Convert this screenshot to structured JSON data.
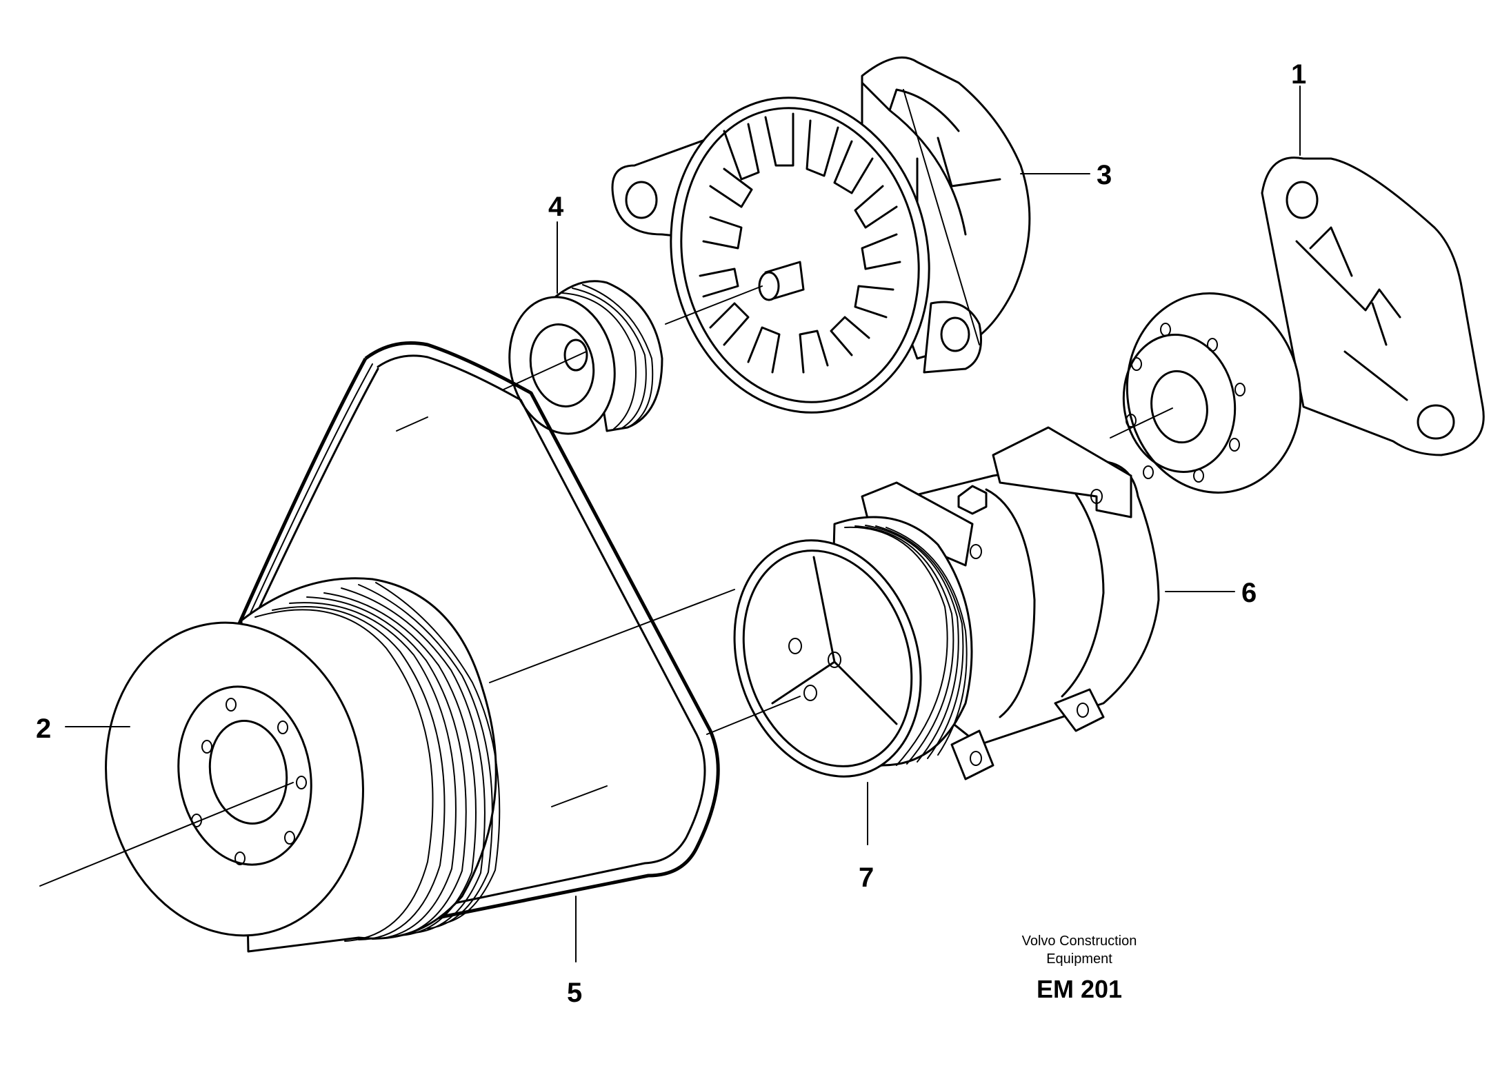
{
  "callouts": [
    {
      "id": "1",
      "text": "1"
    },
    {
      "id": "2",
      "text": "2"
    },
    {
      "id": "3",
      "text": "3"
    },
    {
      "id": "4",
      "text": "4"
    },
    {
      "id": "5",
      "text": "5"
    },
    {
      "id": "6",
      "text": "6"
    },
    {
      "id": "7",
      "text": "7"
    }
  ],
  "brand": {
    "line1": "Volvo Construction",
    "line2": "Equipment",
    "code": "EM 201"
  },
  "colors": {
    "ink": "#000000",
    "paper": "#ffffff"
  }
}
